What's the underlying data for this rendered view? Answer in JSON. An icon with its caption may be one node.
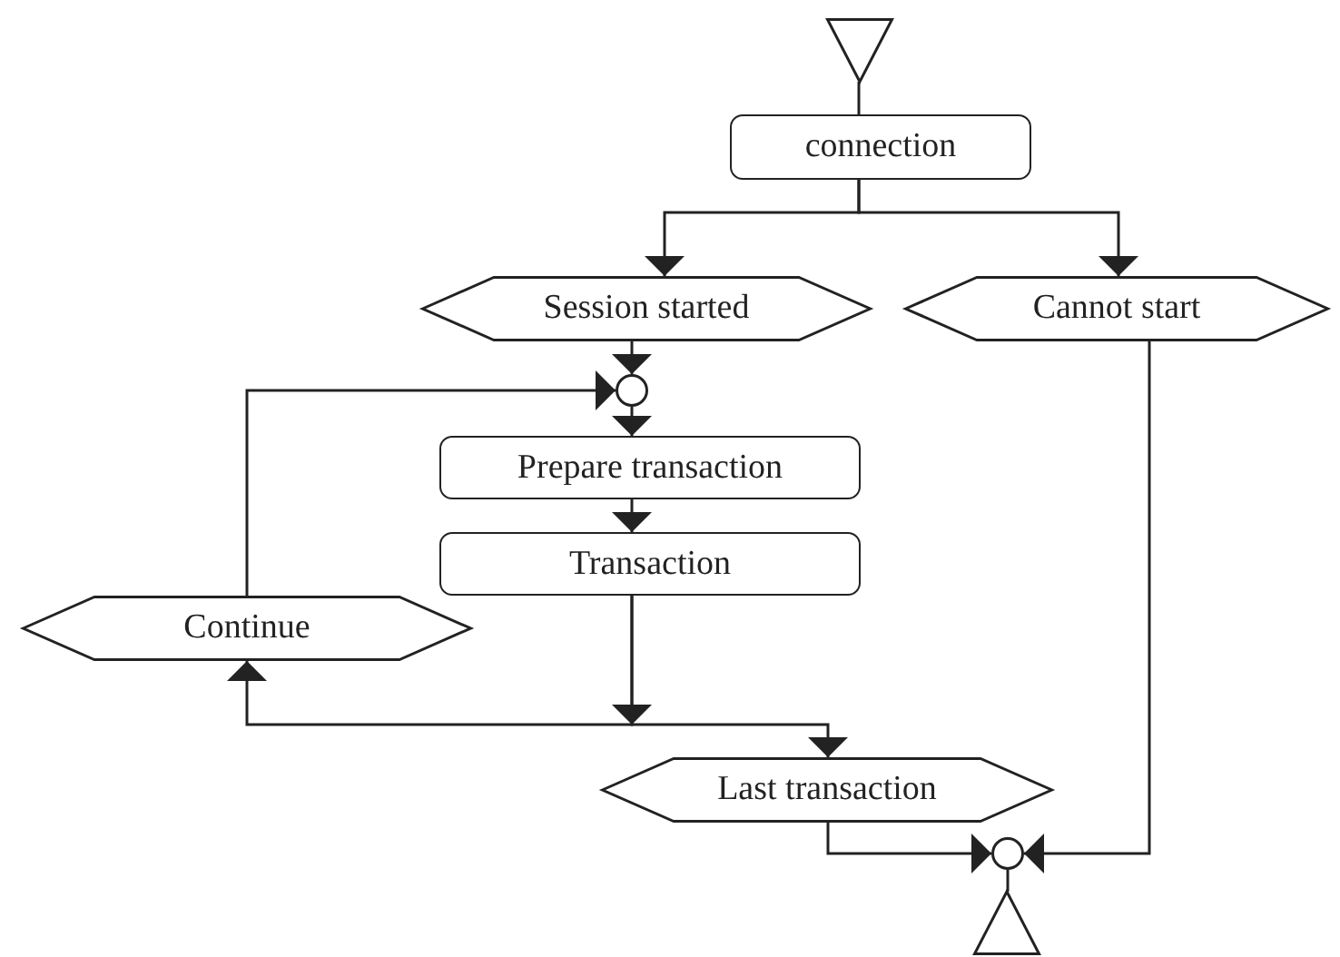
{
  "diagram": {
    "nodes": [
      {
        "text": [],
        "shape": "triangle"
      },
      {
        "text": [
          "connection"
        ]
      },
      {
        "text": [
          "Session started"
        ]
      },
      {
        "text": [
          "Cannot start"
        ]
      },
      {
        "text": [],
        "shape": "circle"
      },
      {
        "text": [
          "Prepare transaction"
        ]
      },
      {
        "text": [
          "Transaction"
        ]
      },
      {
        "text": [
          "Continue"
        ]
      },
      {
        "text": [
          "Last transaction"
        ]
      },
      {
        "text": [],
        "shape": "circle"
      },
      {
        "text": [],
        "shape": "triangle"
      }
    ],
    "edges": [
      {
        "from": 0,
        "to": 1,
        "arrow": "none"
      },
      {
        "from": 1,
        "to": 2,
        "arrow": "to"
      },
      {
        "from": 1,
        "to": 3,
        "arrow": "to"
      },
      {
        "from": 2,
        "to": 4,
        "arrow": "to"
      },
      {
        "from": 7,
        "to": 4,
        "arrow": "to"
      },
      {
        "from": 4,
        "to": 5,
        "arrow": "to"
      },
      {
        "from": 5,
        "to": 6,
        "arrow": "to"
      },
      {
        "from": 6,
        "to": 7,
        "arrow": "to"
      },
      {
        "from": 6,
        "to": 8,
        "arrow": "to"
      },
      {
        "from": 8,
        "to": 9,
        "arrow": "to"
      },
      {
        "from": 3,
        "to": 9,
        "arrow": "to"
      },
      {
        "from": 9,
        "to": 10,
        "arrow": "none"
      }
    ]
  }
}
